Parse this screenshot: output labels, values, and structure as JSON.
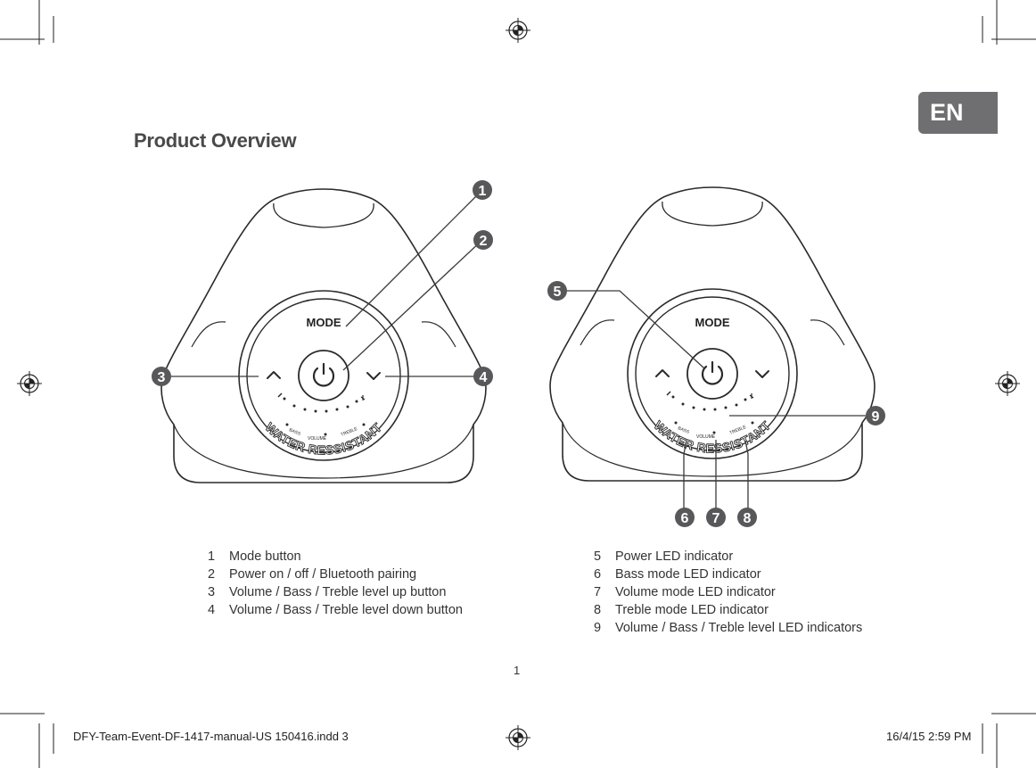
{
  "language_tab": "EN",
  "title": "Product Overview",
  "device_labels": {
    "mode": "MODE",
    "ring_text": "WATER RESSISTANT",
    "led_bass": "BASS",
    "led_volume": "VOLUME",
    "led_treble": "TREBLE"
  },
  "callouts": [
    "1",
    "2",
    "3",
    "4",
    "5",
    "6",
    "7",
    "8",
    "9"
  ],
  "legend_left": [
    {
      "num": "1",
      "text": "Mode button"
    },
    {
      "num": "2",
      "text": "Power on / off / Bluetooth pairing"
    },
    {
      "num": "3",
      "text": "Volume / Bass / Treble level up button"
    },
    {
      "num": "4",
      "text": "Volume / Bass / Treble level down button"
    }
  ],
  "legend_right": [
    {
      "num": "5",
      "text": "Power LED indicator"
    },
    {
      "num": "6",
      "text": "Bass mode LED indicator"
    },
    {
      "num": "7",
      "text": "Volume mode LED indicator"
    },
    {
      "num": "8",
      "text": "Treble mode LED indicator"
    },
    {
      "num": "9",
      "text": "Volume / Bass / Treble level LED indicators"
    }
  ],
  "page_number": "1",
  "slug_left": "DFY-Team-Event-DF-1417-manual-US 150416.indd   3",
  "slug_right": "16/4/15   2:59 PM",
  "icons": [
    "registration-mark-icon",
    "power-icon",
    "chevron-up-icon",
    "chevron-down-icon"
  ],
  "colors": {
    "tab_bg": "#6f6f71",
    "callout_bg": "#58585a",
    "line": "#3a3a3a"
  }
}
